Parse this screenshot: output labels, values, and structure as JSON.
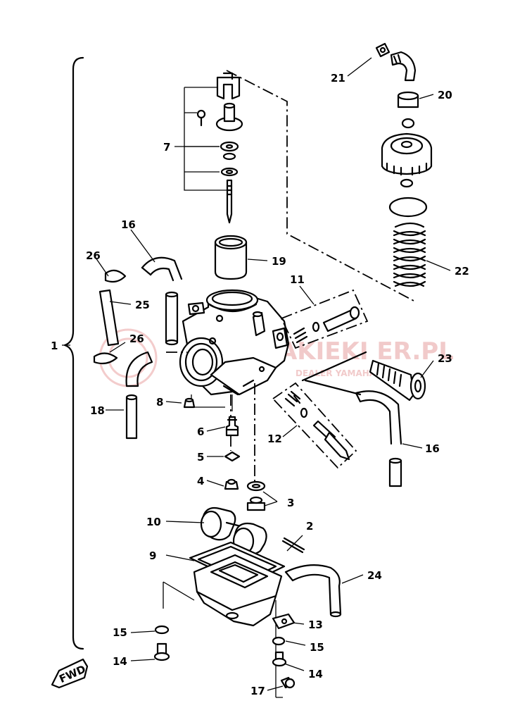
{
  "callouts": [
    "1",
    "2",
    "3",
    "4",
    "5",
    "6",
    "7",
    "8",
    "9",
    "10",
    "11",
    "12",
    "13",
    "14",
    "14",
    "15",
    "15",
    "16",
    "16",
    "17",
    "18",
    "19",
    "20",
    "21",
    "22",
    "23",
    "24",
    "25",
    "26",
    "26"
  ],
  "direction_mark": "FWD",
  "watermark": {
    "title": "WAKIEKI ER.PL",
    "subtitle": "DEALER YAMAHA",
    "color": "#e6a0a0"
  }
}
